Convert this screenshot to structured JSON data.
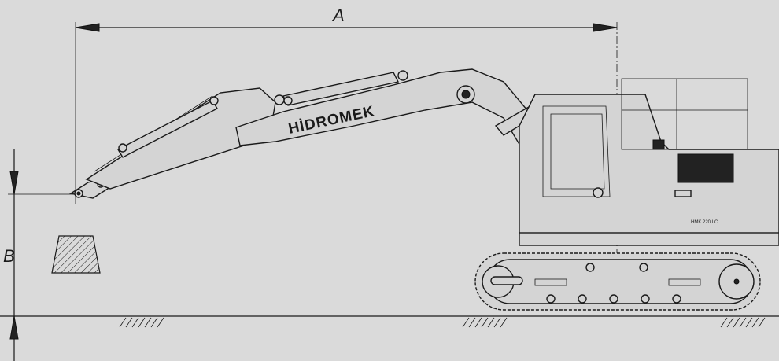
{
  "dimensions": {
    "horizontal_label": "A",
    "vertical_label": "B"
  },
  "machine": {
    "brand": "HİDROMEK",
    "model_plate": "HMK 220 LC"
  },
  "icons": [
    "dimension-arrow-left",
    "dimension-arrow-right",
    "dimension-arrow-down",
    "dimension-arrow-up",
    "ground-hatch",
    "load-block-hatch"
  ],
  "colors": {
    "background": "#dadada",
    "line": "#1a1a1a"
  }
}
